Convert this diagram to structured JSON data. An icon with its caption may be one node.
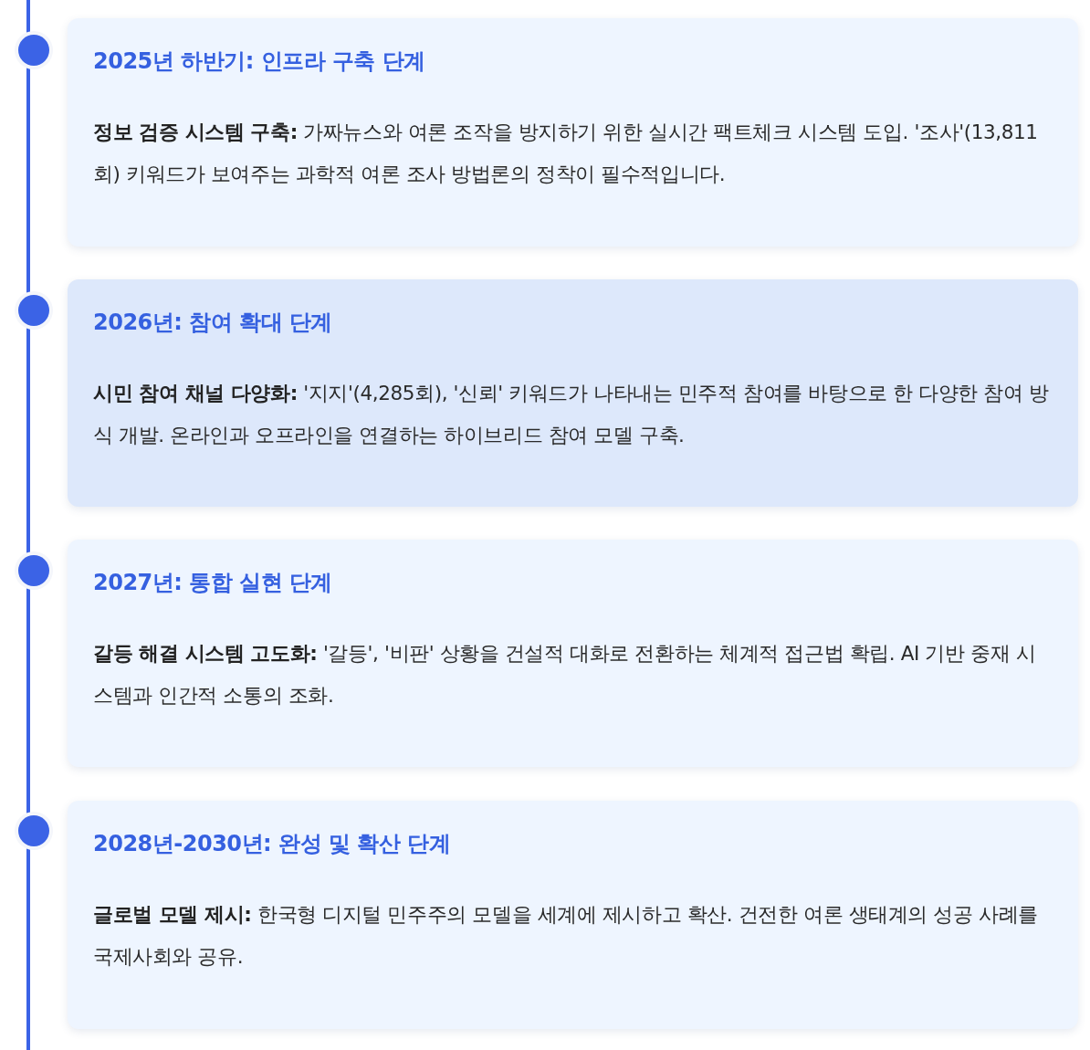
{
  "diagram": {
    "nodes": [
      {
        "text": [
          "2025년 하반기: 인프라 구축 단계",
          "**정보 검증 시스템 구축:** 가짜뉴스와 여론 조작을 방지하기 위한 실시간 팩트체크 시스템 도입. '조사'(13,811회) 키워드가 보여주는 과학적 여론 조사 방법론의 정착이 필수적입니다."
        ]
      },
      {
        "text": [
          "2026년: 참여 확대 단계",
          "**시민 참여 채널 다양화:** '지지'(4,285회), '신뢰' 키워드가 나타내는 민주적 참여를 바탕으로 한 다양한 참여 방식 개발. 온라인과 오프라인을 연결하는 하이브리드 참여 모델 구축."
        ]
      },
      {
        "text": [
          "2027년: 통합 실현 단계",
          "**갈등 해결 시스템 고도화:** '갈등', '비판' 상황을 건설적 대화로 전환하는 체계적 접근법 확립. AI 기반 중재 시스템과 인간적 소통의 조화."
        ]
      },
      {
        "text": [
          "2028년-2030년: 완성 및 확산 단계",
          "**글로벌 모델 제시:** 한국형 디지털 민주주의 모델을 세계에 제시하고 확산. 건전한 여론 생태계의 성공 사례를 국제사회와 공유."
        ]
      }
    ]
  }
}
